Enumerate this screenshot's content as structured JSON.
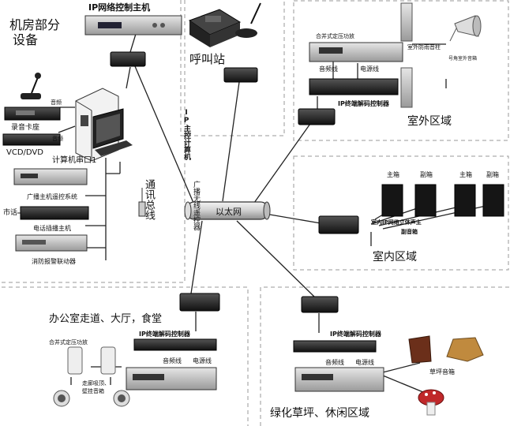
{
  "title_machine_room": "机房部分设备",
  "title_machine_room_l1": "机房部分",
  "title_machine_room_l2": "设备",
  "ip_host": "IP网络控制主机",
  "call_station": "呼叫站",
  "ethernet": "以太网",
  "outdoor": {
    "area": "室外区域",
    "amp": "合并式定压功放",
    "decoder": "IP终端解码控制器",
    "audio_line": "音频线",
    "power_line": "电源线",
    "column": "室外防雨音柱",
    "horn": "号角室外音箱"
  },
  "indoor": {
    "area": "室内区域",
    "main_spk": "主箱",
    "sub_spk": "副箱",
    "stereo_l1": "室内IP网络立体声主",
    "stereo_l2": "副音箱"
  },
  "left": {
    "recorder": "录音卡座",
    "vcd": "VCD/DVD",
    "audio_a": "音频",
    "audio_b": "音频",
    "pc": "IP主控计算机",
    "serial": "计算机串口1",
    "remote_sys": "广播主机遥控系统",
    "phone": "市话",
    "phone_host": "电话插播主机",
    "fire": "消防报警联动器",
    "bus": "通讯总线",
    "wireless": "广播无线遥控器"
  },
  "office": {
    "area": "办公室走道、大厅，食堂",
    "decoder": "IP终端解码控制器",
    "amp": "合并式定压功放",
    "audio_line": "音频线",
    "power_line": "电源线",
    "ceiling_l1": "走廊吸顶、",
    "ceiling_l2": "壁挂音箱"
  },
  "garden": {
    "area": "绿化草坪、休闲区域",
    "decoder": "IP终端解码控制器",
    "audio_line": "音频线",
    "power_line": "电源线",
    "lawn": "草坪音箱"
  }
}
